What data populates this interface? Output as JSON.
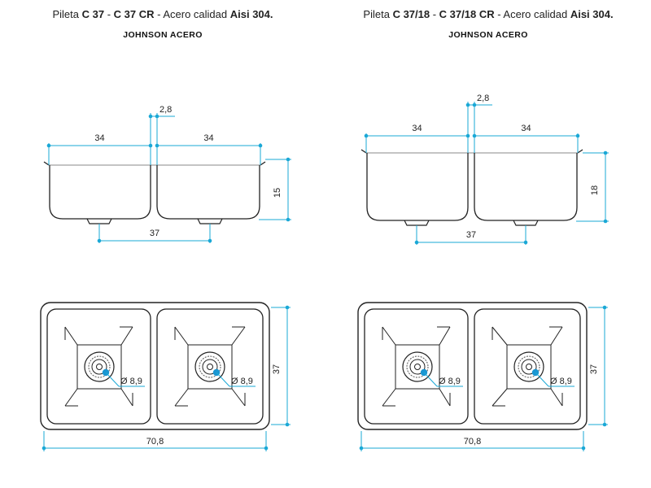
{
  "colors": {
    "dimension": "#1aa8d6",
    "outline": "#222222",
    "drain_marker": "#1a96d2"
  },
  "left": {
    "title": {
      "prefix": "Pileta ",
      "model1": "C 37",
      "sep1": " - ",
      "model2": "C 37 CR",
      "sep2": " - Acero calidad ",
      "grade": "Aisi 304."
    },
    "brand": "JOHNSON ACERO",
    "dims": {
      "wall": "2,8",
      "bowl_left": "34",
      "bowl_right": "34",
      "depth": "15",
      "drain_spacing": "37",
      "height": "37",
      "width": "70,8",
      "drain_left": "Ø 8,9",
      "drain_right": "Ø 8,9"
    }
  },
  "right": {
    "title": {
      "prefix": "Pileta ",
      "model1": "C 37/18",
      "sep1": " - ",
      "model2": "C 37/18 CR",
      "sep2": " - Acero calidad ",
      "grade": "Aisi 304."
    },
    "brand": "JOHNSON ACERO",
    "dims": {
      "wall": "2,8",
      "bowl_left": "34",
      "bowl_right": "34",
      "depth": "18",
      "drain_spacing": "37",
      "height": "37",
      "width": "70,8",
      "drain_left": "Ø 8,9",
      "drain_right": "Ø 8,9"
    }
  }
}
